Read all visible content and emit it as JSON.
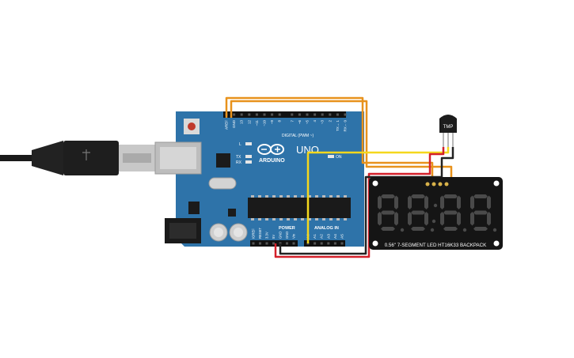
{
  "arduino": {
    "brand": "ARDUINO",
    "model": "UNO",
    "digital_header": "DIGITAL (PWM ~)",
    "analog_header": "ANALOG IN",
    "power_header": "POWER",
    "on_label": "ON",
    "tx_label": "TX",
    "rx_label": "RX",
    "l_label": "L",
    "top_pins": [
      "AREF",
      "GND",
      "13",
      "12",
      "~11",
      "~10",
      "~9",
      "8",
      "7",
      "~6",
      "~5",
      "4",
      "~3",
      "2",
      "TX→ 1",
      "RX← 0"
    ],
    "power_pins": [
      "IOREF",
      "RESET",
      "3.3V",
      "5V",
      "GND",
      "GND",
      "Vin"
    ],
    "analog_pins": [
      "A0",
      "A1",
      "A2",
      "A3",
      "A4",
      "A5"
    ]
  },
  "sensor": {
    "label": "TMP"
  },
  "display": {
    "digits": [
      "8",
      "8",
      "8",
      "8"
    ],
    "caption": "0.56\" 7-SEGMENT LED HT16K33 BACKPACK"
  },
  "colors": {
    "board": "#2e73a9",
    "board_dark": "#1f5680",
    "wire_orange": "#e8921c",
    "wire_yellow": "#f5d81d",
    "wire_red": "#d4202a",
    "wire_black": "#222222",
    "display_body": "#151515",
    "segment": "#4a4a4a"
  }
}
